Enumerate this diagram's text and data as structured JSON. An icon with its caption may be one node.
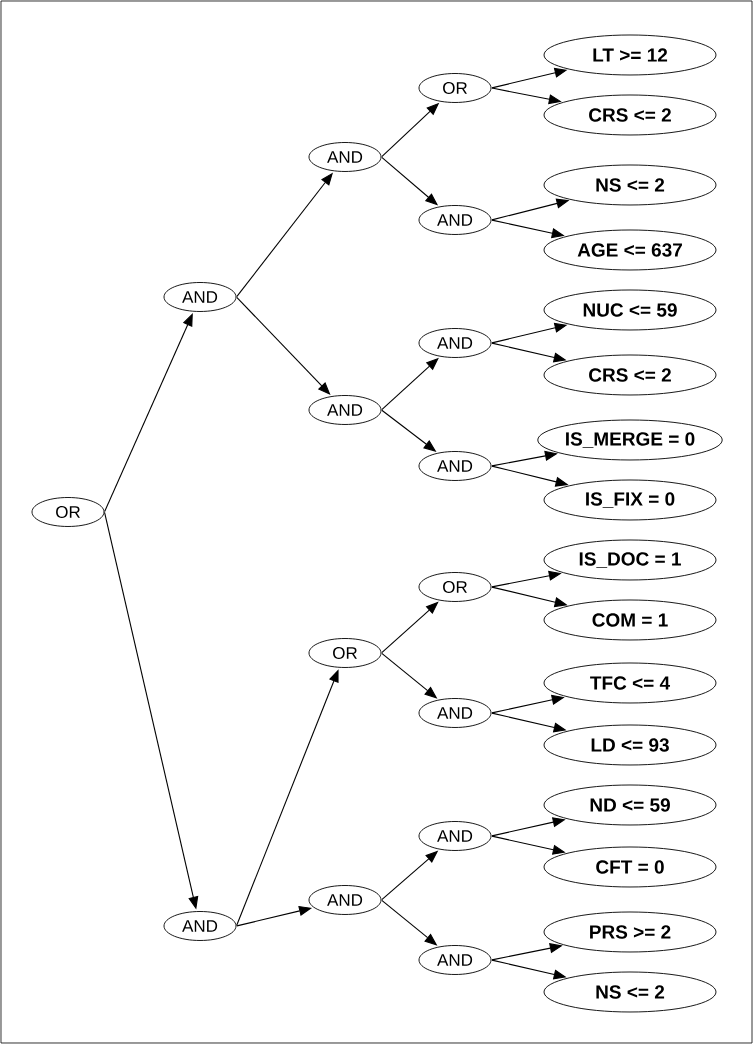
{
  "diagram": {
    "nodes": [
      {
        "text": [
          "OR"
        ]
      },
      {
        "text": [
          "AND"
        ]
      },
      {
        "text": [
          "AND"
        ]
      },
      {
        "text": [
          "AND"
        ]
      },
      {
        "text": [
          "AND"
        ]
      },
      {
        "text": [
          "OR"
        ]
      },
      {
        "text": [
          "AND"
        ]
      },
      {
        "text": [
          "OR"
        ]
      },
      {
        "text": [
          "AND"
        ]
      },
      {
        "text": [
          "AND"
        ]
      },
      {
        "text": [
          "AND"
        ]
      },
      {
        "text": [
          "OR"
        ]
      },
      {
        "text": [
          "AND"
        ]
      },
      {
        "text": [
          "AND"
        ]
      },
      {
        "text": [
          "AND"
        ]
      },
      {
        "text": [
          "LT >= 12"
        ]
      },
      {
        "text": [
          "CRS <= 2"
        ]
      },
      {
        "text": [
          "NS <= 2"
        ]
      },
      {
        "text": [
          "AGE <= 637"
        ]
      },
      {
        "text": [
          "NUC <= 59"
        ]
      },
      {
        "text": [
          "CRS <= 2"
        ]
      },
      {
        "text": [
          "IS_MERGE = 0"
        ]
      },
      {
        "text": [
          "IS_FIX = 0"
        ]
      },
      {
        "text": [
          "IS_DOC = 1"
        ]
      },
      {
        "text": [
          "COM = 1"
        ]
      },
      {
        "text": [
          "TFC <= 4"
        ]
      },
      {
        "text": [
          "LD <= 93"
        ]
      },
      {
        "text": [
          "ND <= 59"
        ]
      },
      {
        "text": [
          "CFT = 0"
        ]
      },
      {
        "text": [
          "PRS >= 2"
        ]
      },
      {
        "text": [
          "NS <= 2"
        ]
      }
    ],
    "edges": [
      {
        "from": 0,
        "to": 1,
        "arrow": "to"
      },
      {
        "from": 0,
        "to": 2,
        "arrow": "to"
      },
      {
        "from": 1,
        "to": 3,
        "arrow": "to"
      },
      {
        "from": 1,
        "to": 4,
        "arrow": "to"
      },
      {
        "from": 2,
        "to": 5,
        "arrow": "to"
      },
      {
        "from": 2,
        "to": 6,
        "arrow": "to"
      },
      {
        "from": 3,
        "to": 7,
        "arrow": "to"
      },
      {
        "from": 3,
        "to": 8,
        "arrow": "to"
      },
      {
        "from": 4,
        "to": 9,
        "arrow": "to"
      },
      {
        "from": 4,
        "to": 10,
        "arrow": "to"
      },
      {
        "from": 5,
        "to": 11,
        "arrow": "to"
      },
      {
        "from": 5,
        "to": 12,
        "arrow": "to"
      },
      {
        "from": 6,
        "to": 13,
        "arrow": "to"
      },
      {
        "from": 6,
        "to": 14,
        "arrow": "to"
      },
      {
        "from": 7,
        "to": 15,
        "arrow": "to"
      },
      {
        "from": 7,
        "to": 16,
        "arrow": "to"
      },
      {
        "from": 8,
        "to": 17,
        "arrow": "to"
      },
      {
        "from": 8,
        "to": 18,
        "arrow": "to"
      },
      {
        "from": 9,
        "to": 19,
        "arrow": "to"
      },
      {
        "from": 9,
        "to": 20,
        "arrow": "to"
      },
      {
        "from": 10,
        "to": 21,
        "arrow": "to"
      },
      {
        "from": 10,
        "to": 22,
        "arrow": "to"
      },
      {
        "from": 11,
        "to": 23,
        "arrow": "to"
      },
      {
        "from": 11,
        "to": 24,
        "arrow": "to"
      },
      {
        "from": 12,
        "to": 25,
        "arrow": "to"
      },
      {
        "from": 12,
        "to": 26,
        "arrow": "to"
      },
      {
        "from": 13,
        "to": 27,
        "arrow": "to"
      },
      {
        "from": 13,
        "to": 28,
        "arrow": "to"
      },
      {
        "from": 14,
        "to": 29,
        "arrow": "to"
      },
      {
        "from": 14,
        "to": 30,
        "arrow": "to"
      }
    ]
  }
}
